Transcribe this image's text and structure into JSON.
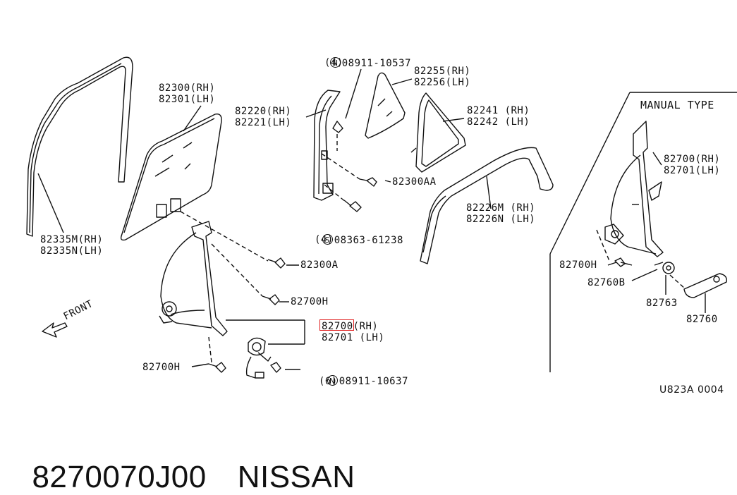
{
  "diagram": {
    "labels": {
      "n_08911_10537": "08911-10537",
      "n_08911_10537_qty": "(4)",
      "p82255": "82255(RH)",
      "p82256": "82256(LH)",
      "p82300": "82300(RH)",
      "p82301": "82301(LH)",
      "p82220": "82220(RH)",
      "p82221": "82221(LH)",
      "p82241": "82241 (RH)",
      "p82242": "82242 (LH)",
      "manual_type": "MANUAL TYPE",
      "p82700_rh_right": "82700(RH)",
      "p82701_lh_right": "82701(LH)",
      "p82300AA": "82300AA",
      "s_08363_61238": "08363-61238",
      "s_08363_61238_qty": "(4)",
      "p82226M": "82226M (RH)",
      "p82226N": "82226N (LH)",
      "p82335M": "82335M(RH)",
      "p82335N": "82335N(LH)",
      "p82300A": "82300A",
      "p82700H_a": "82700H",
      "front": "FRONT",
      "p82700_rh": "82700(RH)",
      "p82701_lh": "82701 (LH)",
      "p82700H_b": "82700H",
      "n_08911_10637": "08911-10637",
      "n_08911_10637_qty": "(6)",
      "p82700H_c": "82700H",
      "p82760B": "82760B",
      "p82763": "82763",
      "p82760": "82760",
      "diagram_code": "U823A 0004",
      "n_symbol": "N",
      "s_symbol": "S"
    }
  },
  "caption": {
    "part_number": "8270070J00",
    "brand": "NISSAN"
  }
}
